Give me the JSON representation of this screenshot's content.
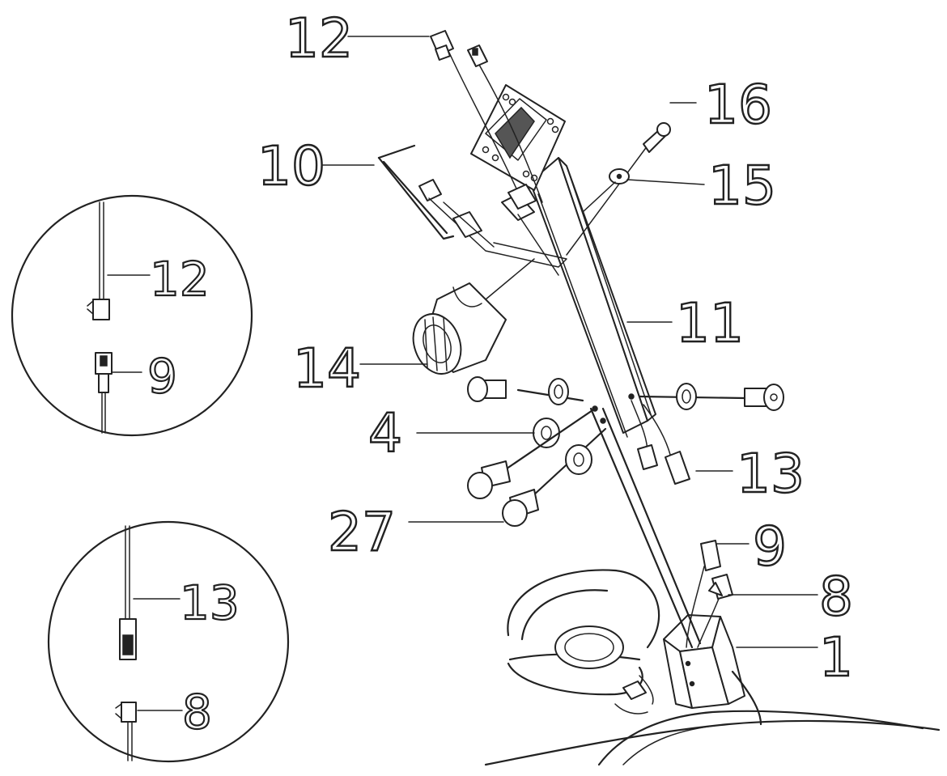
{
  "callouts": {
    "c12": "12",
    "c16": "16",
    "c10": "10",
    "c15": "15",
    "c11": "11",
    "c14": "14",
    "c4": "4",
    "c13": "13",
    "c27": "27",
    "c9": "9",
    "c8": "8",
    "c1": "1"
  },
  "detail_top": {
    "upper": "12",
    "lower": "9"
  },
  "detail_bottom": {
    "upper": "13",
    "lower": "8"
  }
}
